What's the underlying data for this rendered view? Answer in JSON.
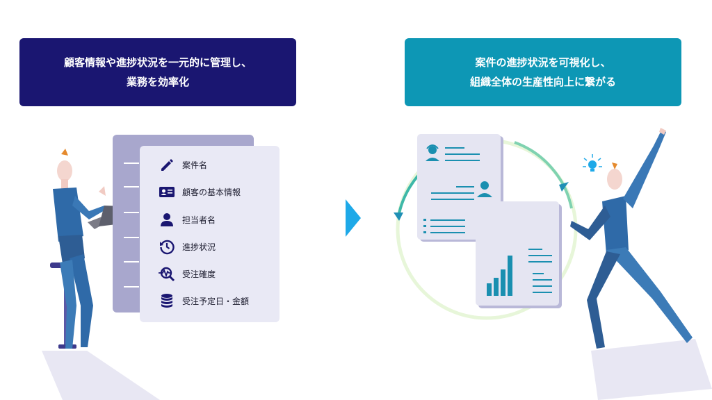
{
  "left_banner": {
    "line1": "顧客情報や進捗状況を一元的に管理し、",
    "line2": "業務を効率化"
  },
  "right_banner": {
    "line1": "案件の進捗状況を可視化し、",
    "line2": "組織全体の生産性向上に繋がる"
  },
  "features": [
    {
      "label": "案件名",
      "icon": "pencil-icon"
    },
    {
      "label": "顧客の基本情報",
      "icon": "id-card-icon"
    },
    {
      "label": "担当者名",
      "icon": "person-icon"
    },
    {
      "label": "進捗状況",
      "icon": "clock-history-icon"
    },
    {
      "label": "受注確度",
      "icon": "magnifier-chart-icon"
    },
    {
      "label": "受注予定日・金額",
      "icon": "database-icon"
    }
  ],
  "colors": {
    "navy": "#1a1671",
    "teal": "#0d97b5",
    "card_back": "#a8a7cd",
    "card_front": "#e9e9f5",
    "arrow": "#1ea9e8"
  }
}
